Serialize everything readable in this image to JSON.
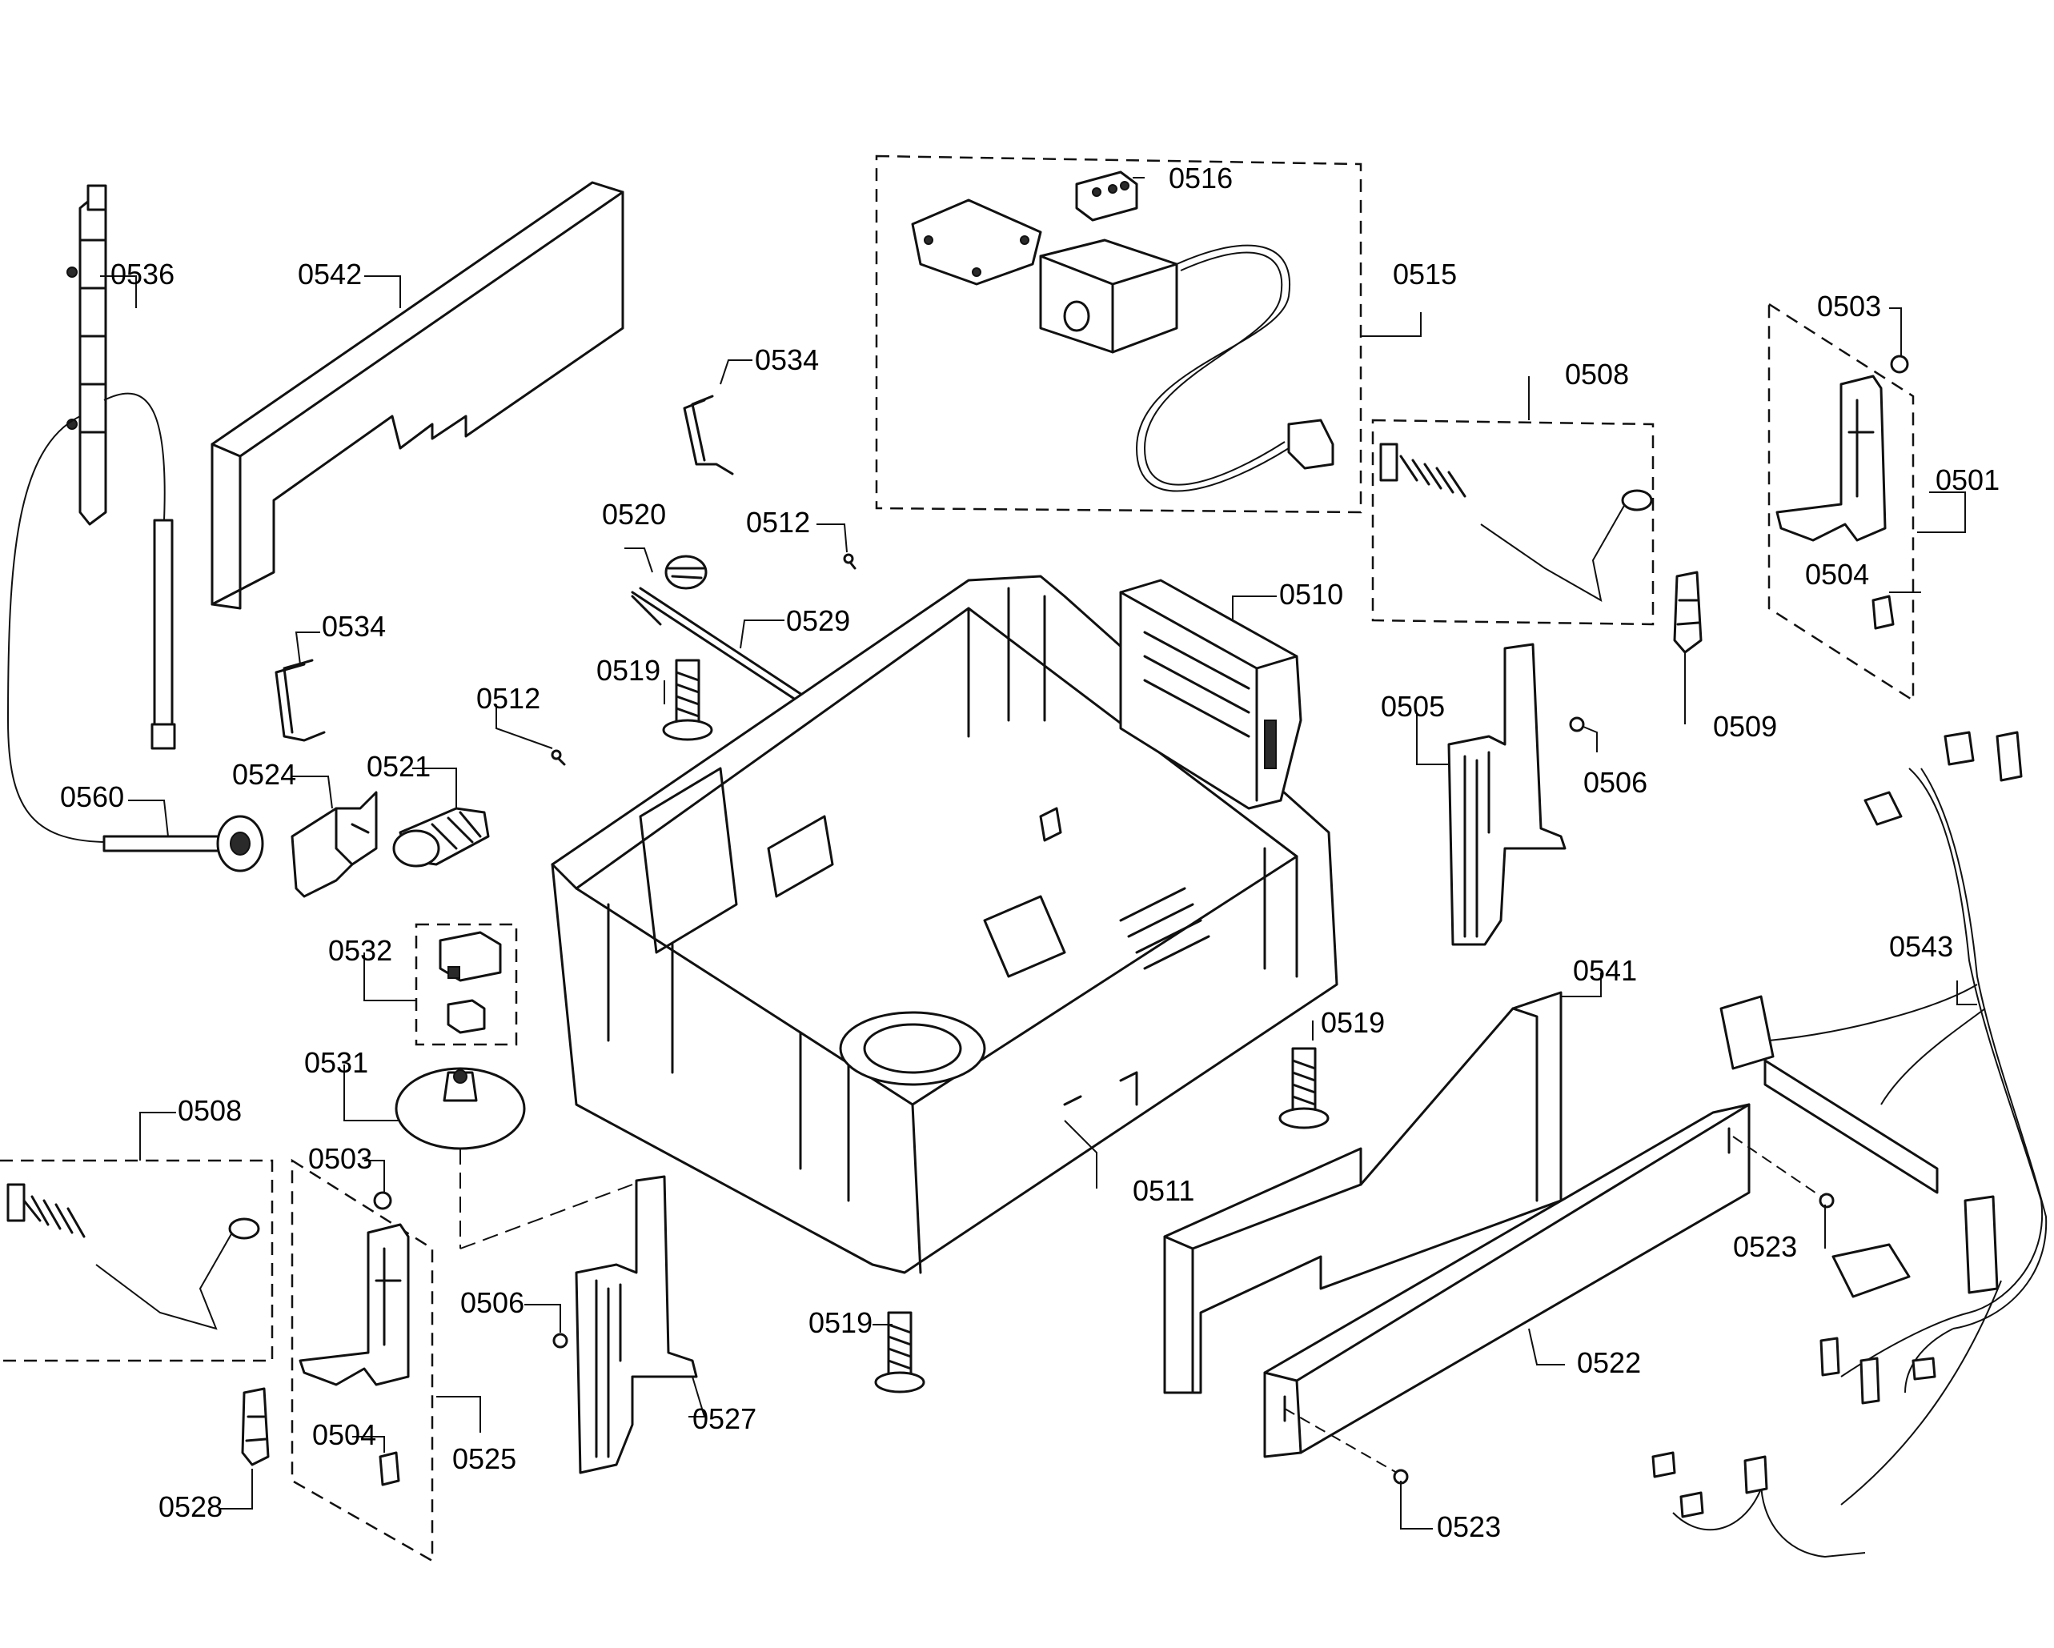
{
  "diagram": {
    "line_color": "#111111",
    "background": "#ffffff",
    "callouts": {
      "c0536": "0536",
      "c0542": "0542",
      "c0534a": "0534",
      "c0534b": "0534",
      "c0560": "0560",
      "c0524": "0524",
      "c0521": "0521",
      "c0532": "0532",
      "c0531": "0531",
      "c0508a": "0508",
      "c0503a": "0503",
      "c0506a": "0506",
      "c0504a": "0504",
      "c0525": "0525",
      "c0528": "0528",
      "c0527": "0527",
      "c0519a": "0519",
      "c0519b": "0519",
      "c0519c": "0519",
      "c0520": "0520",
      "c0512a": "0512",
      "c0512b": "0512",
      "c0529": "0529",
      "c0516": "0516",
      "c0515": "0515",
      "c0508b": "0508",
      "c0510": "0510",
      "c0511": "0511",
      "c0505": "0505",
      "c0506b": "0506",
      "c0509": "0509",
      "c0503b": "0503",
      "c0501": "0501",
      "c0504b": "0504",
      "c0541": "0541",
      "c0543": "0543",
      "c0523a": "0523",
      "c0522": "0522",
      "c0523b": "0523"
    }
  }
}
